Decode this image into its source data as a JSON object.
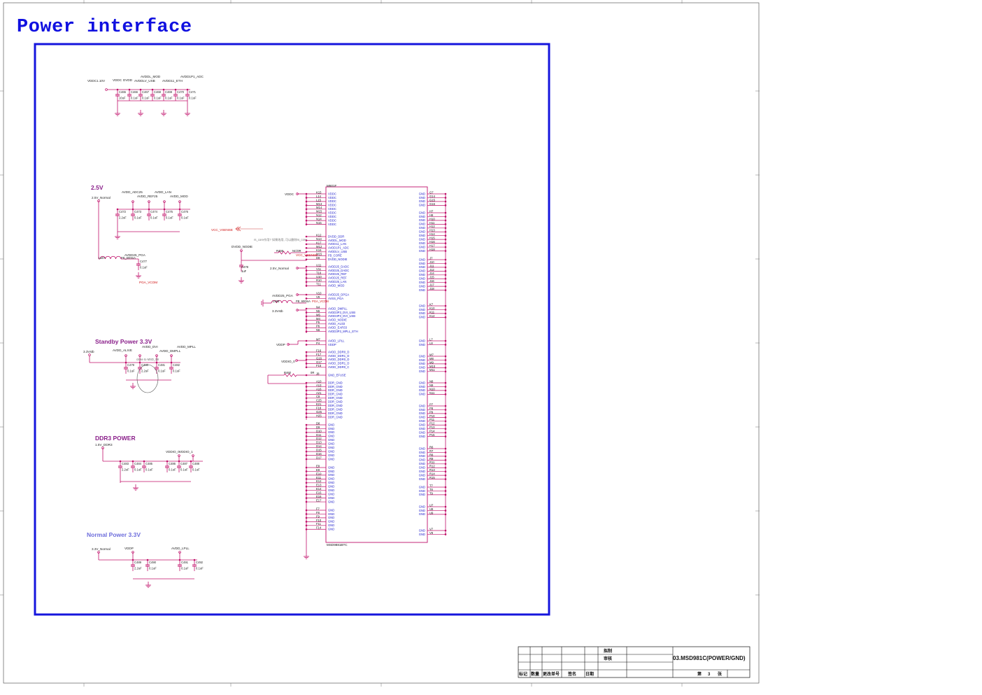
{
  "page": {
    "title": "Power interface",
    "border_color": "#1515dd",
    "wire_color": "#c0106a",
    "label_color": "#2121cc"
  },
  "sections": {
    "avdd_top": {
      "nets": [
        "VDDC1.10V",
        "VDDC",
        "DVDD",
        "AVDDL_MOD",
        "AVDDLV_USB",
        "AVDD11_ETH",
        "AVDD1P1_ADC"
      ],
      "caps": [
        {
          "ref": "C465",
          "val": "10uF"
        },
        {
          "ref": "C466",
          "val": "0.1uF"
        },
        {
          "ref": "C467",
          "val": "0.1uF"
        },
        {
          "ref": "C468",
          "val": "0.1uF"
        },
        {
          "ref": "C469",
          "val": "0.1uF"
        },
        {
          "ref": "C470",
          "val": "0.1uF"
        },
        {
          "ref": "C471",
          "val": "0.1uF"
        }
      ]
    },
    "v25": {
      "heading": "2.5V",
      "nets": [
        "2.5V_Normal",
        "AVDD_ADC25",
        "AVDD_REF25",
        "AVDD_LAN",
        "AVDD_MOD",
        "AVDD25_PGA",
        "PGA_VCOM"
      ],
      "caps": [
        {
          "ref": "C472",
          "val": "2.2uF"
        },
        {
          "ref": "C473",
          "val": "0.1uF"
        },
        {
          "ref": "C474",
          "val": "0.1uF"
        },
        {
          "ref": "C475",
          "val": "0.1uF"
        },
        {
          "ref": "C476",
          "val": "0.1uF"
        },
        {
          "ref": "C477",
          "val": "0.1uF"
        }
      ],
      "inductor": {
        "ref": "L507",
        "val": "FB_600mA"
      }
    },
    "standby": {
      "heading": "Standby Power 3.3V",
      "nets": [
        "3.3Vstb",
        "AVDD_ALIVE",
        "AVDD_DVI",
        "AVDD_MPLL",
        "AVDD_DMPLL"
      ],
      "note": "close to MSD_98",
      "caps": [
        {
          "ref": "C479",
          "val": "0.1uF"
        },
        {
          "ref": "C480",
          "val": "2.2uF"
        },
        {
          "ref": "C481",
          "val": "0.1uF"
        },
        {
          "ref": "C482",
          "val": "0.1uF"
        }
      ]
    },
    "ddr3": {
      "heading": "DDR3 POWER",
      "nets": [
        "1.5V_DDR3",
        "VDDIO_0",
        "VDDIO_1"
      ],
      "caps": [
        {
          "ref": "C483",
          "val": "2.2uF"
        },
        {
          "ref": "C484",
          "val": "0.1uF"
        },
        {
          "ref": "C485",
          "val": "0.1uF"
        },
        {
          "ref": "C486",
          "val": "0.1uF"
        },
        {
          "ref": "C487",
          "val": "0.1uF"
        },
        {
          "ref": "C488",
          "val": "0.1uF"
        }
      ]
    },
    "normal": {
      "heading": "Normal Power 3.3V",
      "nets": [
        "3.3V_Normal",
        "VDDP",
        "AVDD_LPLL"
      ],
      "caps": [
        {
          "ref": "C489",
          "val": "2.2uF"
        },
        {
          "ref": "C490",
          "val": "0.1uF"
        },
        {
          "ref": "C491",
          "val": "0.1uF"
        },
        {
          "ref": "C492",
          "val": "0.1uF"
        }
      ]
    }
  },
  "ic": {
    "ref": "M501F",
    "part": "MSD9881BTC",
    "left_groups": [
      {
        "pins": [
          "K15",
          "L14",
          "L15",
          "M13",
          "M14",
          "M15",
          "N12",
          "N14",
          "N15"
        ],
        "names": [
          "VDDC",
          "VDDC",
          "VDDC",
          "VDDC",
          "VDDC",
          "VDDC",
          "VDDC",
          "VDDC",
          "VDDC"
        ]
      },
      {
        "pins": [
          "K12",
          "N13",
          "K17",
          "M12",
          "K16",
          "M15",
          "D8"
        ],
        "names": [
          "DVDD_DDR",
          "AVDDL_MOD",
          "AVDD11_LAN",
          "AVDD1P1_ADC",
          "AVDDLV_USB",
          "FB_CORE",
          "DVDD_NODIE"
        ]
      },
      {
        "pins": [
          "U11",
          "V11",
          "T10",
          "U10",
          "R10",
          "T11"
        ],
        "names": [
          "AVDD25_DADC",
          "AVDD25_DADC",
          "AVDD25_REF",
          "AVDD25_REF",
          "AVDD25_LAN",
          "AVDD_MOD"
        ]
      },
      {
        "pins": [
          "V10",
          "V9"
        ],
        "names": [
          "AVDD25_DPGA",
          "AVSS_PGA"
        ]
      },
      {
        "pins": [
          "N4",
          "N5",
          "M5",
          "M4",
          "P5",
          "P6",
          "N6"
        ],
        "names": [
          "AVDD_DMPLL",
          "AVDD3P3_DVI_USB",
          "AVDD3P3_DVI_USB",
          "AVDD_NODIE",
          "AVDD_AU33",
          "AVDD_EAR33",
          "AVDD3P3_MPLL_ETH"
        ]
      },
      {
        "pins": [
          "M7",
          "P4"
        ],
        "names": [
          "AVDD_LPLL",
          "VDDP"
        ]
      },
      {
        "pins": [
          "F16",
          "F17",
          "G16",
          "G17",
          "F15"
        ],
        "names": [
          "AVDD_DDR0_D",
          "AVDD_DDR1_D",
          "AVDD_DDR0_D",
          "AVDD_DDR1_D",
          "AVDD_DDR0_C"
        ]
      },
      {
        "pins": [
          "J8"
        ],
        "names": [
          "GND_EFUSE"
        ]
      },
      {
        "pins": [
          "A10",
          "A13",
          "A16",
          "A21",
          "C8",
          "C25",
          "E21",
          "F18",
          "G25",
          "H25"
        ],
        "names": [
          "DDR_GND",
          "DDR_GND",
          "DDR_GND",
          "DDR_GND",
          "DDR_GND",
          "DDR_GND",
          "DDR_GND",
          "DDR_GND",
          "DDR_GND",
          "DDR_GND"
        ]
      },
      {
        "pins": [
          "D8",
          "D9",
          "D10",
          "D11",
          "D12",
          "D13",
          "D14",
          "D15",
          "D16",
          "D17"
        ],
        "names": [
          "GND",
          "GND",
          "GND",
          "GND",
          "GND",
          "GND",
          "GND",
          "GND",
          "GND",
          "GND"
        ]
      },
      {
        "pins": [
          "E8",
          "E9",
          "E10",
          "E11",
          "E12",
          "E13",
          "E14",
          "E15",
          "E16",
          "E17"
        ],
        "names": [
          "GND",
          "GND",
          "GND",
          "GND",
          "GND",
          "GND",
          "GND",
          "GND",
          "GND",
          "GND"
        ]
      },
      {
        "pins": [
          "F7",
          "F8",
          "F9",
          "F10",
          "F11",
          "F14"
        ],
        "names": [
          "GND",
          "GND",
          "GND",
          "GND",
          "GND",
          "GND"
        ]
      }
    ],
    "right_groups": [
      {
        "pins": [
          "G7",
          "G14",
          "G15",
          "G16"
        ]
      },
      {
        "pins": [
          "H7",
          "H8",
          "H10",
          "H11",
          "H12",
          "H13",
          "H14",
          "H15",
          "H16",
          "H17",
          "H18"
        ]
      },
      {
        "pins": [
          "J7",
          "J10",
          "J11",
          "J12",
          "J14",
          "J15",
          "J16",
          "J17",
          "J18"
        ]
      },
      {
        "pins": [
          "K7",
          "K10",
          "K11",
          "K12"
        ]
      },
      {
        "pins": [
          "L7",
          "L8"
        ]
      },
      {
        "pins": [
          "M7",
          "M8",
          "M9",
          "M10",
          "M11"
        ]
      },
      {
        "pins": [
          "N8",
          "N9",
          "N10",
          "N11"
        ]
      },
      {
        "pins": [
          "P7",
          "P8",
          "P9",
          "P10",
          "P11",
          "P12",
          "P13",
          "P14",
          "P15"
        ]
      },
      {
        "pins": [
          "R6",
          "R7",
          "R8",
          "R9",
          "R11",
          "R12",
          "R13",
          "R14",
          "R15"
        ]
      },
      {
        "pins": [
          "T7",
          "T8",
          "T9"
        ]
      },
      {
        "pins": [
          "U7",
          "U8",
          "U9"
        ]
      },
      {
        "pins": [
          "V7",
          "V8"
        ]
      }
    ],
    "ext_labels": {
      "vddc": "VDDC",
      "vcc_vsense": "VCC_VSENSE",
      "dvdd_nodie": "DVDD_NODIE",
      "r459": "R459",
      "r459_val": "NC/0R",
      "vcc_vsense_red": "VCC_VSENSE",
      "c478": "C478",
      "c478_val": "1uF",
      "v25_normal": "2.5V_Normal",
      "avdd25_pga": "AVDD25_PGA",
      "l508": "L508",
      "l508_val": "FB_600mA",
      "pga_vcom": "PGA_VCOM",
      "v33stb": "3.3Vstb",
      "vddp": "VDDP",
      "vddio_0": "VDDIO_0",
      "r460": "R460",
      "r460_val": "0R",
      "note_cn": "rs_core作用? 如果改用,  可以删除rs_core",
      "gnd_name": "GND"
    }
  },
  "title_block": {
    "row1": [
      "拟制"
    ],
    "row2": [
      "审核"
    ],
    "doc_name": "03.MSD981C(POWER/GND)",
    "headers": [
      "标记",
      "数量",
      "更改单号",
      "签名",
      "日期"
    ],
    "sheet_prefix": "第",
    "sheet_no": "3",
    "sheet_suffix": "张"
  }
}
